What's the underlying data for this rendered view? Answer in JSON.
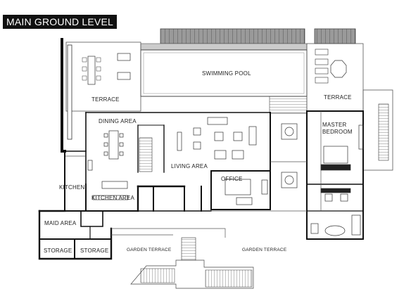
{
  "title": "MAIN GROUND LEVEL",
  "colors": {
    "wall": "#111111",
    "line": "#555555",
    "roof": "#8a8a8a",
    "paper": "#ffffff"
  },
  "rooms": {
    "swimming_pool": "SWIMMING POOL",
    "terrace_left": "TERRACE",
    "terrace_right": "TERRACE",
    "dining_area": "DINING AREA",
    "living_area": "LIVING AREA",
    "master_bedroom": "MASTER BEDROOM",
    "office": "OFFICE",
    "kitchen": "KITCHEN",
    "kitchen_area": "KITCHEN AREA",
    "maid_area": "MAID AREA",
    "storage_left": "STORAGE",
    "storage_right": "STORAGE",
    "garden_terrace_left": "GARDEN TERRACE",
    "garden_terrace_right": "GARDEN TERRACE"
  }
}
